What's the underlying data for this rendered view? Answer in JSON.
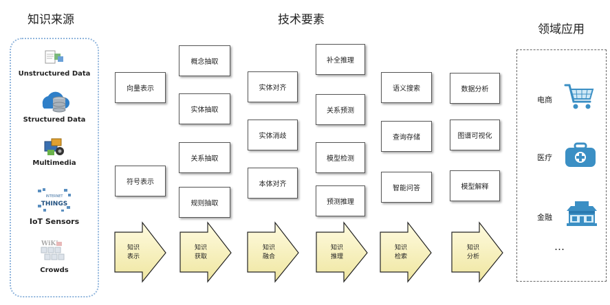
{
  "headings": {
    "sources": "知识来源",
    "tech": "技术要素",
    "apps": "领域应用"
  },
  "sources": [
    {
      "label": "Unstructured Data",
      "icon": "document-icon"
    },
    {
      "label": "Structured Data",
      "icon": "database-icon"
    },
    {
      "label": "Multimedia",
      "icon": "multimedia-icon"
    },
    {
      "label": "IoT Sensors",
      "icon": "iot-icon"
    },
    {
      "label": "Crowds",
      "icon": "wiki-icon"
    }
  ],
  "stages": [
    {
      "label": "知识\n表示",
      "items": [
        "向量表示",
        "符号表示"
      ]
    },
    {
      "label": "知识\n获取",
      "items": [
        "概念抽取",
        "实体抽取",
        "关系抽取",
        "规则抽取"
      ]
    },
    {
      "label": "知识\n融合",
      "items": [
        "实体对齐",
        "实体消歧",
        "本体对齐"
      ]
    },
    {
      "label": "知识\n推理",
      "items": [
        "补全推理",
        "关系预测",
        "模型检测",
        "预测推理"
      ]
    },
    {
      "label": "知识\n检索",
      "items": [
        "语义搜索",
        "查询存储",
        "智能问答"
      ]
    },
    {
      "label": "知识\n分析",
      "items": [
        "数据分析",
        "图谱可视化",
        "模型解释"
      ]
    }
  ],
  "apps": [
    {
      "label": "电商",
      "icon": "cart-icon"
    },
    {
      "label": "医疗",
      "icon": "medical-bag-icon"
    },
    {
      "label": "金融",
      "icon": "bank-icon"
    }
  ],
  "apps_more": "…",
  "colors": {
    "source_border": "#8fb4dc",
    "arrow_fill_top": "#fffbe0",
    "arrow_fill_bottom": "#efe6a0",
    "icon_blue": "#3b8fc4"
  }
}
